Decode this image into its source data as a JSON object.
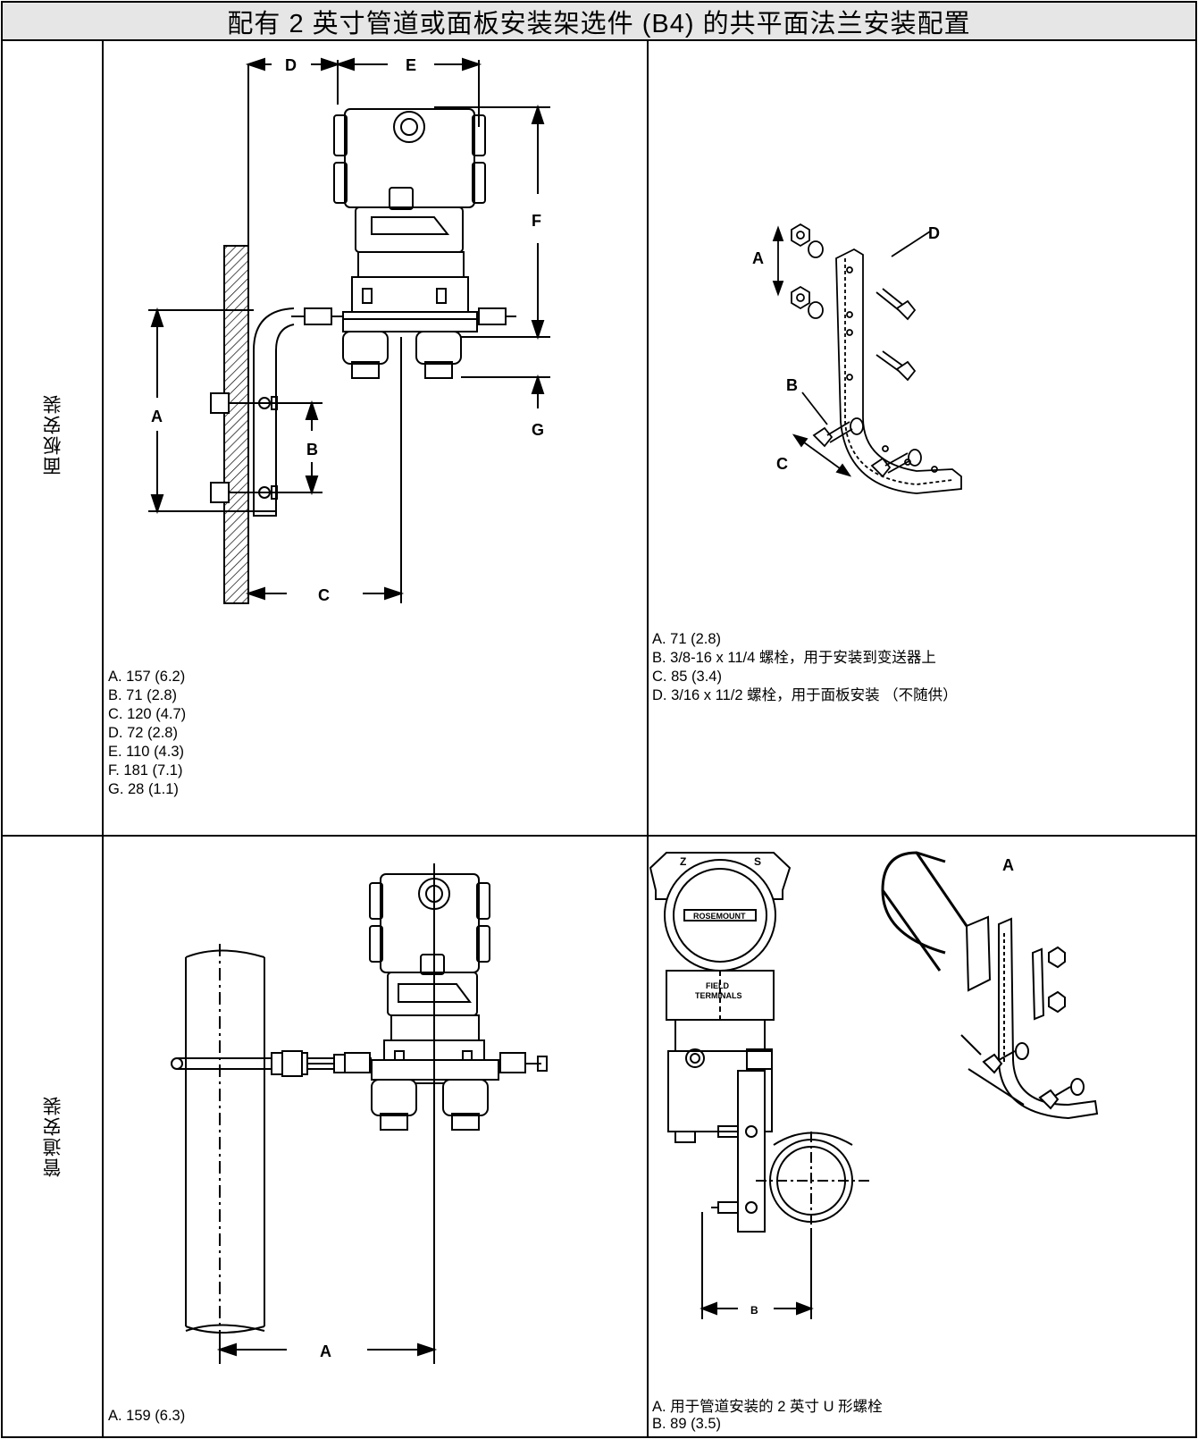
{
  "title": "配有 2 英寸管道或面板安装架选件 (B4) 的共平面法兰安装配置",
  "rows": {
    "panel": {
      "label": "面板安装"
    },
    "pipe": {
      "label": "管道安装"
    }
  },
  "panel_front": {
    "dims": {
      "A": "A",
      "B": "B",
      "C": "C",
      "D": "D",
      "E": "E",
      "F": "F",
      "G": "G"
    },
    "legend": [
      "A. 157 (6.2)",
      "B. 71 (2.8)",
      "C. 120 (4.7)",
      "D. 72 (2.8)",
      "E. 110 (4.3)",
      "F. 181 (7.1)",
      "G. 28 (1.1)"
    ]
  },
  "panel_bracket": {
    "dims": {
      "A": "A",
      "B": "B",
      "C": "C",
      "D": "D"
    },
    "legend": [
      "A. 71 (2.8)",
      "B. 3/8-16 x 11/4 螺栓，用于安装到变送器上",
      "C. 85 (3.4)",
      "D. 3/16 x 11/2 螺栓，用于面板安装 （不随供）"
    ]
  },
  "pipe_front": {
    "dims": {
      "A": "A"
    },
    "legend": [
      "A. 159 (6.3)"
    ]
  },
  "pipe_side": {
    "dims": {
      "A": "A",
      "B": "B"
    },
    "housing_text": {
      "brand": "ROSEMOUNT",
      "field": "FIELD",
      "terminals": "TERMINALS",
      "z": "Z",
      "s": "S"
    },
    "legend": [
      "A. 用于管道安装的 2 英寸 U 形螺栓",
      "B. 89 (3.5)"
    ]
  },
  "colors": {
    "title_bg": "#e6e6e6",
    "line": "#000000"
  }
}
